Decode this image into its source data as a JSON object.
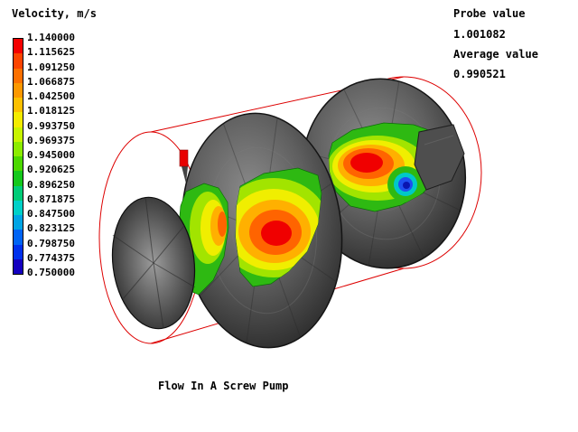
{
  "header": {
    "legend_title": "Velocity, m/s",
    "probe_label": "Probe value",
    "probe_value": "1.001082",
    "average_label": "Average value",
    "average_value": "0.990521"
  },
  "legend": {
    "values": [
      "1.140000",
      "1.115625",
      "1.091250",
      "1.066875",
      "1.042500",
      "1.018125",
      "0.993750",
      "0.969375",
      "0.945000",
      "0.920625",
      "0.896250",
      "0.871875",
      "0.847500",
      "0.823125",
      "0.798750",
      "0.774375",
      "0.750000"
    ],
    "colors": [
      "#f40000",
      "#fc4400",
      "#fc7000",
      "#fc9800",
      "#fcc000",
      "#f4ec00",
      "#c8f400",
      "#8cec00",
      "#4cd800",
      "#14c81c",
      "#00cc78",
      "#00d0c8",
      "#00a4e4",
      "#0064f4",
      "#0030ec",
      "#1400c0"
    ]
  },
  "caption": "Flow In A Screw Pump",
  "scene": {
    "wireframe_color": "#dd0000",
    "probe_marker_color": "#e80000",
    "elements": [
      "domain-wireframe",
      "screw-flight-rear",
      "screw-flight-front",
      "shaft-end-cap",
      "velocity-cut-plane",
      "probe-marker"
    ]
  },
  "chart_data": {
    "type": "heatmap",
    "title": "Flow In A Screw Pump",
    "field": "Velocity, m/s",
    "colorbar_ticks": [
      1.14,
      1.115625,
      1.09125,
      1.066875,
      1.0425,
      1.018125,
      0.99375,
      0.969375,
      0.945,
      0.920625,
      0.89625,
      0.871875,
      0.8475,
      0.823125,
      0.79875,
      0.774375,
      0.75
    ],
    "colorbar_range": [
      0.75,
      1.14
    ],
    "colorbar_colors_top_to_bottom": [
      "#f40000",
      "#fc4400",
      "#fc7000",
      "#fc9800",
      "#fcc000",
      "#f4ec00",
      "#c8f400",
      "#8cec00",
      "#4cd800",
      "#14c81c",
      "#00cc78",
      "#00d0c8",
      "#00a4e4",
      "#0064f4",
      "#0030ec",
      "#1400c0"
    ],
    "probe_value": 1.001082,
    "average_value": 0.990521,
    "legend_position": "upper-left",
    "notes": "Velocity-magnitude contours on a longitudinal cutting plane through a screw pump; red maxima (~1.14 m/s) at plane centre and near second flight, small blue minimum (~0.78 m/s) right of second flight; grey helical flights, red domain wireframe, red probe marker."
  }
}
